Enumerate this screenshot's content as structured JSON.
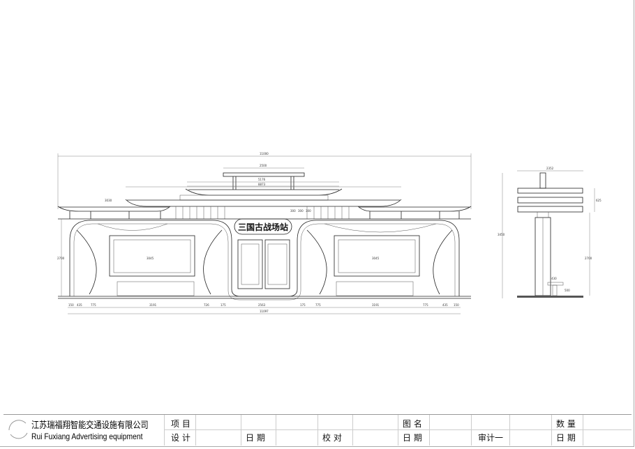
{
  "drawing": {
    "station_sign": "三国古战场站",
    "front_dims": {
      "overall_width": "11000",
      "top_roof": "2500",
      "mid_roof_a": "5176",
      "mid_roof_b": "8873",
      "side_roof": "3030",
      "heights": [
        "300",
        "300",
        "300"
      ],
      "bottom_chain": [
        "150",
        "435",
        "775",
        "3191",
        "726",
        "175",
        "2563",
        "175",
        "775",
        "3191",
        "775",
        "435",
        "150"
      ],
      "base_total": "11097",
      "left_height": "2700",
      "panel_width": "3045"
    },
    "side_dims": {
      "overall_width": "2352",
      "overall_height": "3450",
      "pole_height": "2700",
      "bench_width": "430",
      "bench_height": "500",
      "roof_total": "625"
    }
  },
  "title_block": {
    "company_cn": "江苏瑞福翔智能交通设施有限公司",
    "company_en": "Rui Fuxiang Advertising equipment",
    "project_label": "项 目",
    "drawing_name_label": "图 名",
    "quantity_label": "数 量",
    "design_label": "设 计",
    "date_label_1": "日 期",
    "check_label": "校 对",
    "date_label_2": "日 期",
    "audit_label": "审计一",
    "date_label_3": "日 期"
  }
}
